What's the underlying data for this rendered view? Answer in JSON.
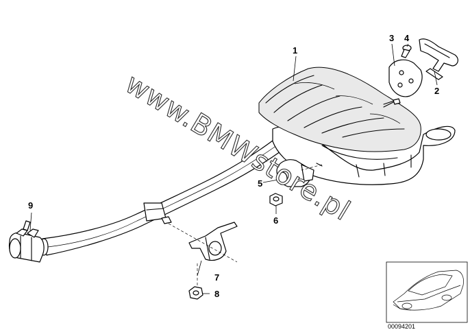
{
  "watermark": "www.BMWstore.pl",
  "reference_code": "00094201",
  "callouts": {
    "c1": "1",
    "c2": "2",
    "c3": "3",
    "c4": "4",
    "c5": "5",
    "c6": "6",
    "c7": "7",
    "c8": "8",
    "c9": "9"
  }
}
